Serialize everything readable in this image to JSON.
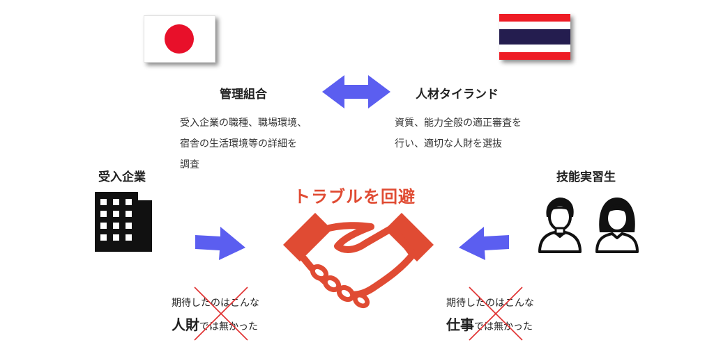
{
  "colors": {
    "accent_blue": "#5b5ef0",
    "accent_red": "#e04b33",
    "cross_red": "#e03030",
    "flag_red_jp": "#e8102a",
    "flag_red_th": "#ee1c25",
    "flag_blue_th": "#241d4f",
    "icon_black": "#111111"
  },
  "flags": {
    "left_icon": "japan-flag",
    "right_icon": "thailand-flag"
  },
  "left_org": {
    "title": "管理組合",
    "desc_lines": [
      "受入企業の職種、職場環境、",
      "宿舎の生活環境等の詳細を",
      "調査"
    ]
  },
  "right_org": {
    "title": "人材タイランド",
    "desc_lines": [
      "資質、能力全般の適正審査を",
      "行い、適切な人財を選抜"
    ]
  },
  "company": {
    "title": "受入企業",
    "icon": "building-icon"
  },
  "trainee": {
    "title": "技能実習生",
    "icons": [
      "man-icon",
      "woman-icon"
    ]
  },
  "center": {
    "title": "トラブルを回避",
    "icon": "handshake-icon"
  },
  "left_note": {
    "line1": "期待したのはこんな",
    "big": "人財",
    "rest": "では無かった"
  },
  "right_note": {
    "line1": "期待したのはこんな",
    "big": "仕事",
    "rest": "では無かった"
  }
}
